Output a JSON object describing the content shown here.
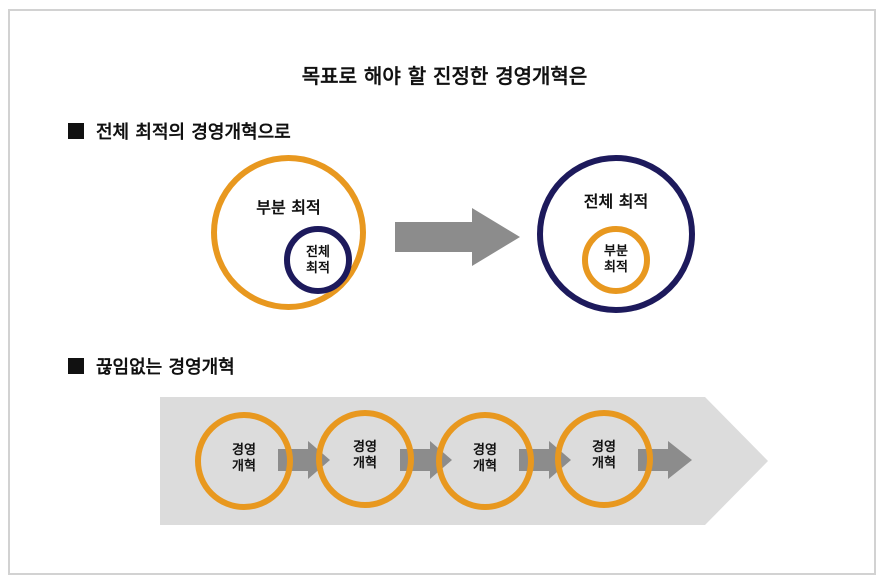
{
  "title": "목표로 해야 할 진정한 경영개혁은",
  "section1": {
    "heading": "전체 최적의 경영개혁으로",
    "before": {
      "outer_label": "부분 최적",
      "inner_label": "전체\n최적"
    },
    "after": {
      "outer_label": "전체 최적",
      "inner_label": "부분\n최적"
    }
  },
  "section2": {
    "heading": "끊임없는 경영개혁",
    "steps": [
      "경영\n개혁",
      "경영\n개혁",
      "경영\n개혁",
      "경영\n개혁"
    ]
  },
  "colors": {
    "orange": "#e8981f",
    "navy": "#1d1a5c",
    "arrow": "#8c8c8c",
    "band": "#dcdcdc"
  }
}
